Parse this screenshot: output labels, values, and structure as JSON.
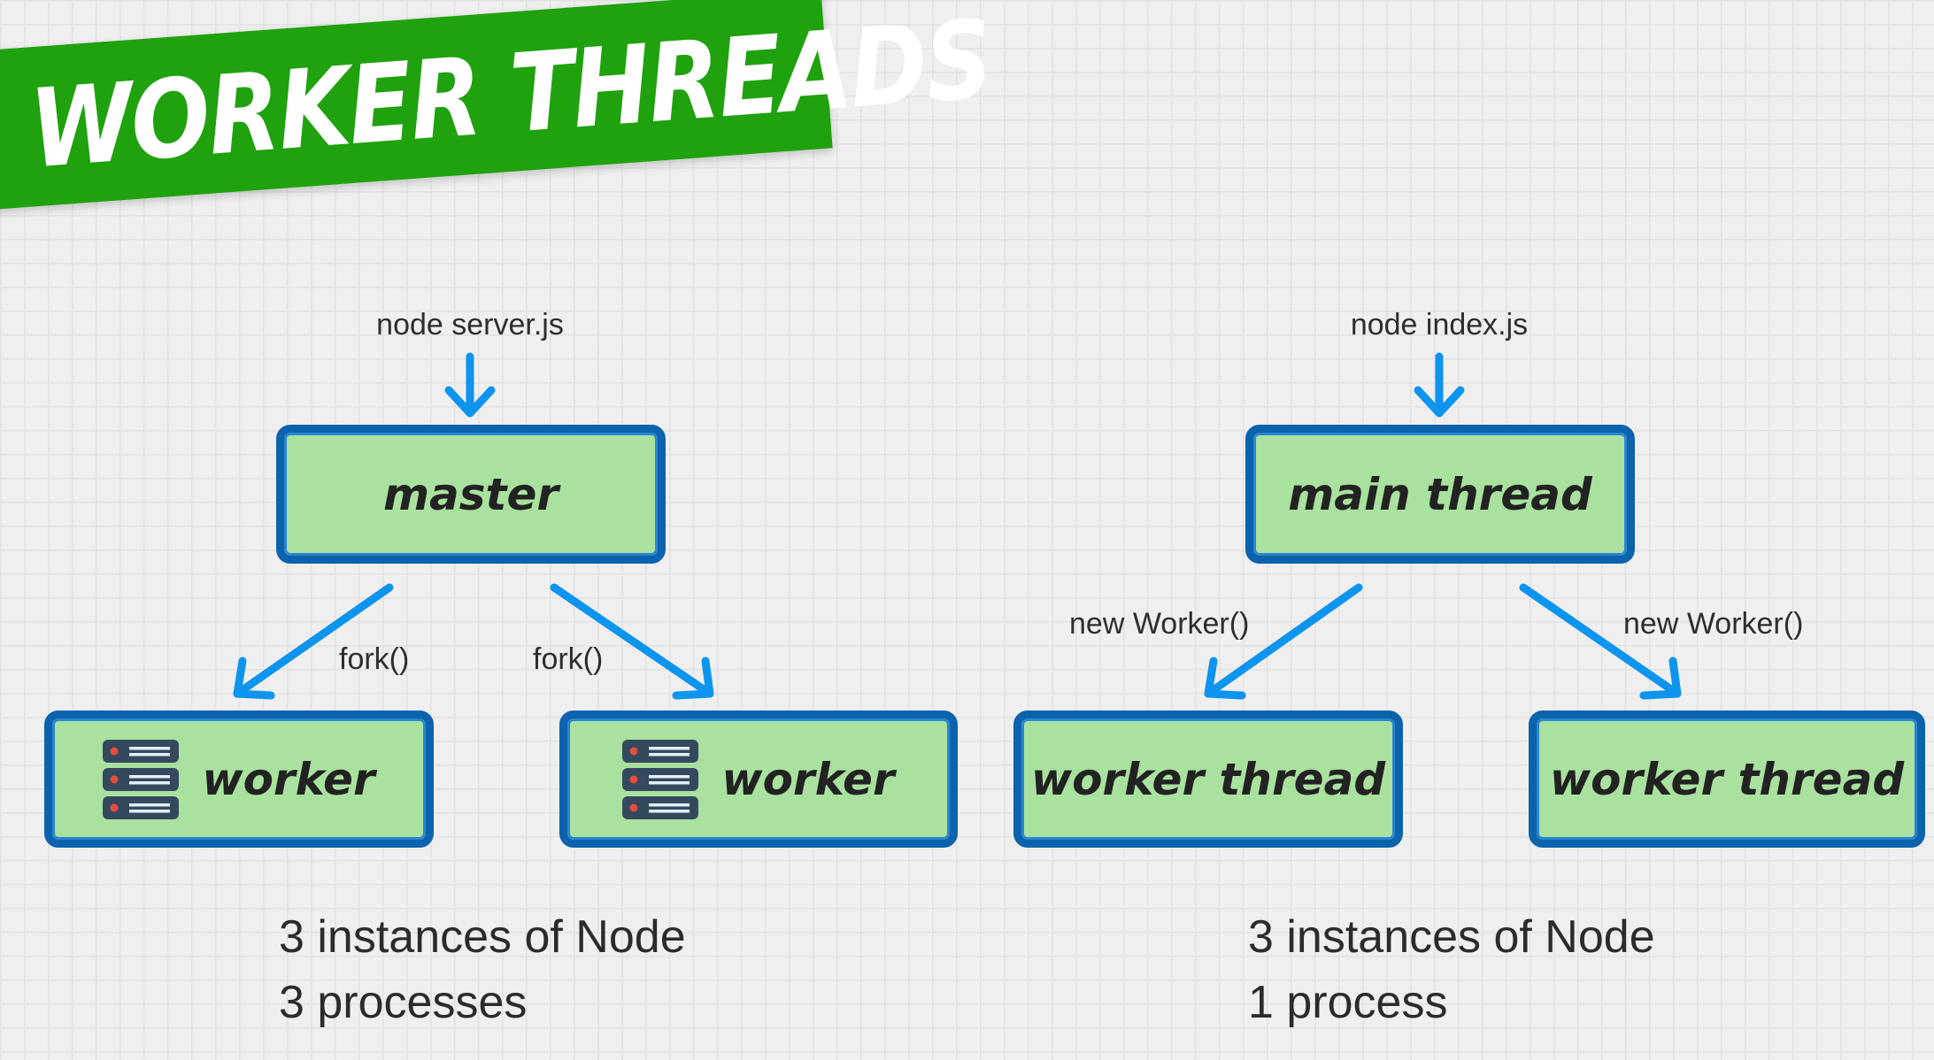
{
  "title": "WORKER THREADS",
  "colors": {
    "banner": "#1fa20e",
    "box_fill": "#a9e19e",
    "box_border": "#0b62ad",
    "arrow": "#0d94ee"
  },
  "left_diagram": {
    "command": "node server.js",
    "parent": "master",
    "edge_labels": [
      "fork()",
      "fork()"
    ],
    "children": [
      {
        "label": "worker",
        "icon": "server-icon"
      },
      {
        "label": "worker",
        "icon": "server-icon"
      }
    ],
    "summary": [
      "3 instances of Node",
      "3 processes"
    ]
  },
  "right_diagram": {
    "command": "node index.js",
    "parent": "main thread",
    "edge_labels": [
      "new Worker()",
      "new Worker()"
    ],
    "children": [
      {
        "label": "worker thread"
      },
      {
        "label": "worker thread"
      }
    ],
    "summary": [
      "3 instances of Node",
      "1 process"
    ]
  }
}
